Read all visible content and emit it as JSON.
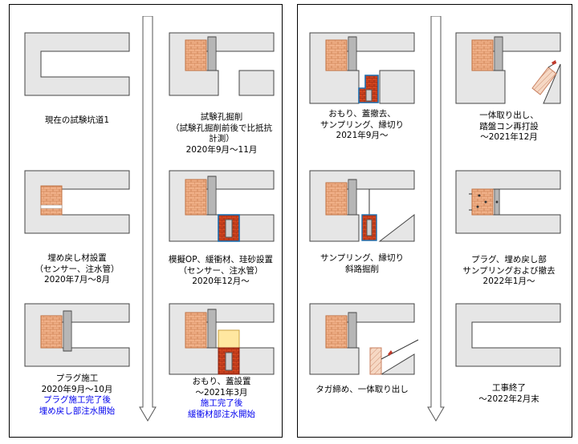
{
  "colors": {
    "tunnel_fill": "#e6e6e6",
    "brick": "#e8a074",
    "blue_note": "#0000ee",
    "cap_fill": "#ffe7a0"
  },
  "steps": [
    {
      "id": "s1",
      "lines": [
        "現在の試験坑道1"
      ],
      "note": []
    },
    {
      "id": "s2",
      "lines": [
        "試験孔掘削",
        "（試験孔掘削前後で比抵抗",
        "計測）",
        "2020年9月～11月"
      ],
      "note": []
    },
    {
      "id": "s3",
      "lines": [
        "埋め戻し材設置",
        "（センサー、注水管）",
        "2020年7月～8月"
      ],
      "note": []
    },
    {
      "id": "s4",
      "lines": [
        "模擬OP、緩衝材、珪砂設置",
        "（センサー、注水管）",
        "2020年12月～"
      ],
      "note": []
    },
    {
      "id": "s5",
      "lines": [
        "プラグ施工",
        "2020年9月～10月"
      ],
      "note": [
        "プラグ施工完了後",
        "埋め戻し部注水開始"
      ]
    },
    {
      "id": "s6",
      "lines": [
        "おもり、蓋設置",
        "～2021年3月"
      ],
      "note": [
        "施工完了後",
        "緩衝材部注水開始"
      ]
    },
    {
      "id": "s7",
      "lines": [
        "おもり、蓋撤去、",
        "サンプリング、縁切り",
        "2021年9月～"
      ],
      "note": []
    },
    {
      "id": "s8",
      "lines": [
        "一体取り出し、",
        "踏盤コン再打設",
        "～2021年12月"
      ],
      "note": []
    },
    {
      "id": "s9",
      "lines": [
        "サンプリング、縁切り",
        "斜路掘削"
      ],
      "note": []
    },
    {
      "id": "s10",
      "lines": [
        "プラグ、埋め戻し部",
        "サンプリングおよび撤去",
        "2022年1月～"
      ],
      "note": []
    },
    {
      "id": "s11",
      "lines": [
        "タガ締め、一体取り出し"
      ],
      "note": []
    },
    {
      "id": "s12",
      "lines": [
        "工事終了",
        "～2022年2月末"
      ],
      "note": []
    }
  ]
}
